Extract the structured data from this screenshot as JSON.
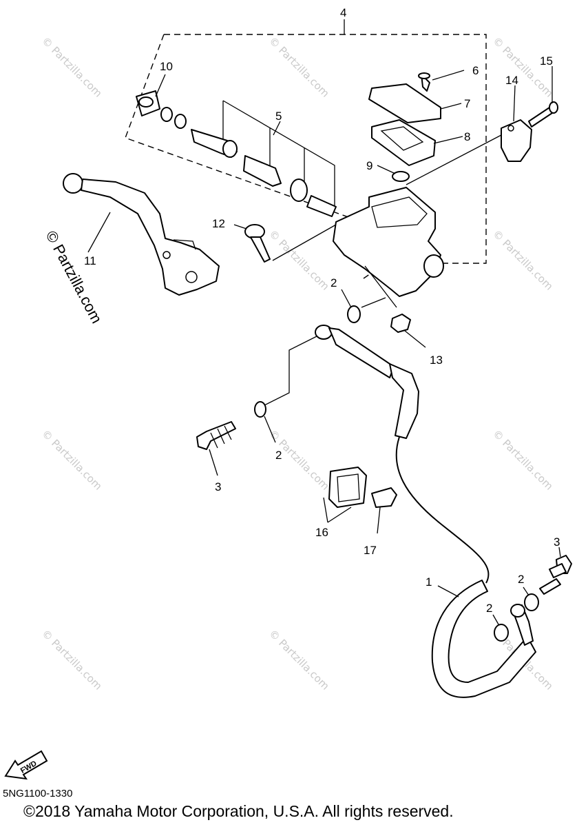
{
  "diagram": {
    "callouts": [
      {
        "id": "c4",
        "text": "4"
      },
      {
        "id": "c10",
        "text": "10"
      },
      {
        "id": "c6",
        "text": "6"
      },
      {
        "id": "c15",
        "text": "15"
      },
      {
        "id": "c14",
        "text": "14"
      },
      {
        "id": "c7",
        "text": "7"
      },
      {
        "id": "c5",
        "text": "5"
      },
      {
        "id": "c8",
        "text": "8"
      },
      {
        "id": "c9",
        "text": "9"
      },
      {
        "id": "c12",
        "text": "12"
      },
      {
        "id": "c11",
        "text": "11"
      },
      {
        "id": "c2a",
        "text": "2"
      },
      {
        "id": "c13",
        "text": "13"
      },
      {
        "id": "c2b",
        "text": "2"
      },
      {
        "id": "c3a",
        "text": "3"
      },
      {
        "id": "c16",
        "text": "16"
      },
      {
        "id": "c17",
        "text": "17"
      },
      {
        "id": "c3b",
        "text": "3"
      },
      {
        "id": "c2c",
        "text": "2"
      },
      {
        "id": "c1",
        "text": "1"
      },
      {
        "id": "c2d",
        "text": "2"
      }
    ],
    "watermark_text": "© Partzilla.com",
    "fwd_label": "FWD",
    "diagram_code": "5NG1100-1330",
    "copyright": "©2018 Yamaha Motor Corporation, U.S.A. All rights reserved."
  }
}
